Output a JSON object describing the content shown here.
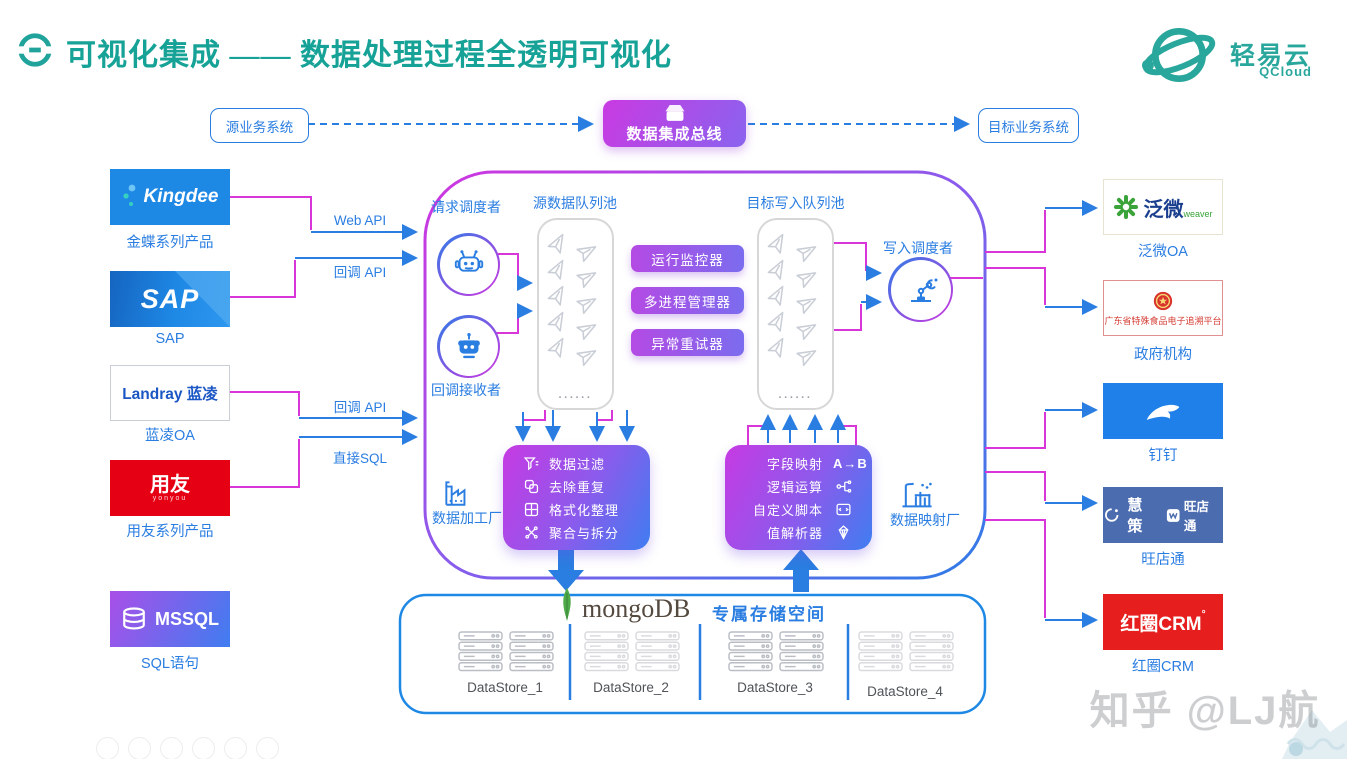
{
  "header": {
    "title": "可视化集成 —— 数据处理过程全透明可视化",
    "brand": "轻易云",
    "brand_sub": "QCloud"
  },
  "bus": {
    "source": "源业务系统",
    "hub": "数据集成总线",
    "target": "目标业务系统"
  },
  "left": {
    "items": [
      {
        "logo": "Kingdee",
        "label": "金蝶系列产品"
      },
      {
        "logo": "SAP",
        "label": "SAP"
      },
      {
        "logo": "Landray 蓝凌",
        "label": "蓝凌OA"
      },
      {
        "logo": "用友",
        "logo_sub": "yonyou",
        "label": "用友系列产品"
      },
      {
        "logo": "MSSQL",
        "label": "SQL语句"
      }
    ],
    "api_labels": [
      "Web API",
      "回调 API",
      "回调 API",
      "直接SQL"
    ]
  },
  "center": {
    "request_scheduler": "请求调度者",
    "callback_receiver": "回调接收者",
    "source_queue": "源数据队列池",
    "target_queue": "目标写入队列池",
    "write_scheduler": "写入调度者",
    "queue_dots": "······",
    "monitors": [
      "运行监控器",
      "多进程管理器",
      "异常重试器"
    ],
    "factory_left": "数据加工厂",
    "factory_right": "数据映射厂",
    "process_rows": [
      "数据过滤",
      "去除重复",
      "格式化整理",
      "聚合与拆分"
    ],
    "map_rows": [
      {
        "label": "字段映射",
        "badge": "A→B"
      },
      {
        "label": "逻辑运算"
      },
      {
        "label": "自定义脚本"
      },
      {
        "label": "值解析器"
      }
    ]
  },
  "storage": {
    "mongo_word": "mongoDB",
    "title": "专属存储空间",
    "datastores": [
      "DataStore_1",
      "DataStore_2",
      "DataStore_3",
      "DataStore_4"
    ]
  },
  "right": {
    "items": [
      {
        "logo": "泛微",
        "logo_sub": "weaver",
        "label": "泛微OA"
      },
      {
        "logo": "广东省特殊食品电子追溯平台",
        "label": "政府机构"
      },
      {
        "label": "钉钉"
      },
      {
        "logo_a": "慧策",
        "logo_b": "旺店通",
        "label": "旺店通"
      },
      {
        "logo": "红圈CRM",
        "logo_sup": "°",
        "label": "红圈CRM"
      }
    ]
  },
  "watermark": "知乎 @LJ航"
}
